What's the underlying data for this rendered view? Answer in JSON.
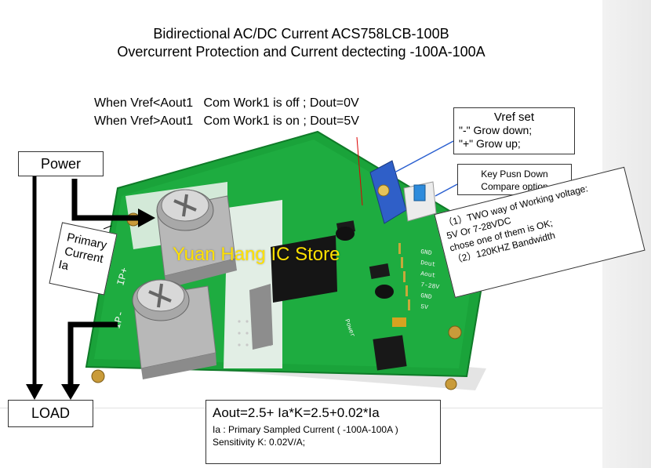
{
  "header": {
    "title_line1": "Bidirectional AC/DC Current  ACS758LCB-100B",
    "title_line2": "Overcurrent Protection and Current dectecting  -100A-100A"
  },
  "conditions": {
    "line1": "When Vref<Aout1   Com Work1 is off ; Dout=0V",
    "line2": "When Vref>Aout1   Com Work1 is on ; Dout=5V"
  },
  "callouts": {
    "power": "Power",
    "load": "LOAD",
    "primary_current": [
      "Primary",
      "Current",
      "Ia"
    ],
    "vref": {
      "heading": "Vref set",
      "lines": [
        "\"-\" Grow down;",
        "\"+\" Grow up;"
      ]
    },
    "key": [
      "Key Pusn Down",
      "Compare option"
    ],
    "working": [
      "（1）TWO way of Working voltage:",
      "5V Or 7-28VDC",
      "chose one of them is OK;",
      "（2）120KHZ Bandwidth"
    ]
  },
  "formula": {
    "main": "Aout=2.5+ Ia*K=2.5+0.02*Ia",
    "sub1": "Ia : Primary Sampled Current ( -100A-100A )",
    "sub2": "Sensitivity K: 0.02V/A;"
  },
  "watermark": "Yuan Hang IC Store",
  "pcb_labels": [
    "GND",
    "Dout",
    "Aout",
    "7-28V",
    "GND",
    "5V",
    "Power",
    "IP+",
    "IP-"
  ],
  "colors": {
    "pcb": "#1aa33a",
    "pcb_dark": "#0f7a28",
    "watermark": "#ffe100",
    "arrow": "#000000"
  }
}
